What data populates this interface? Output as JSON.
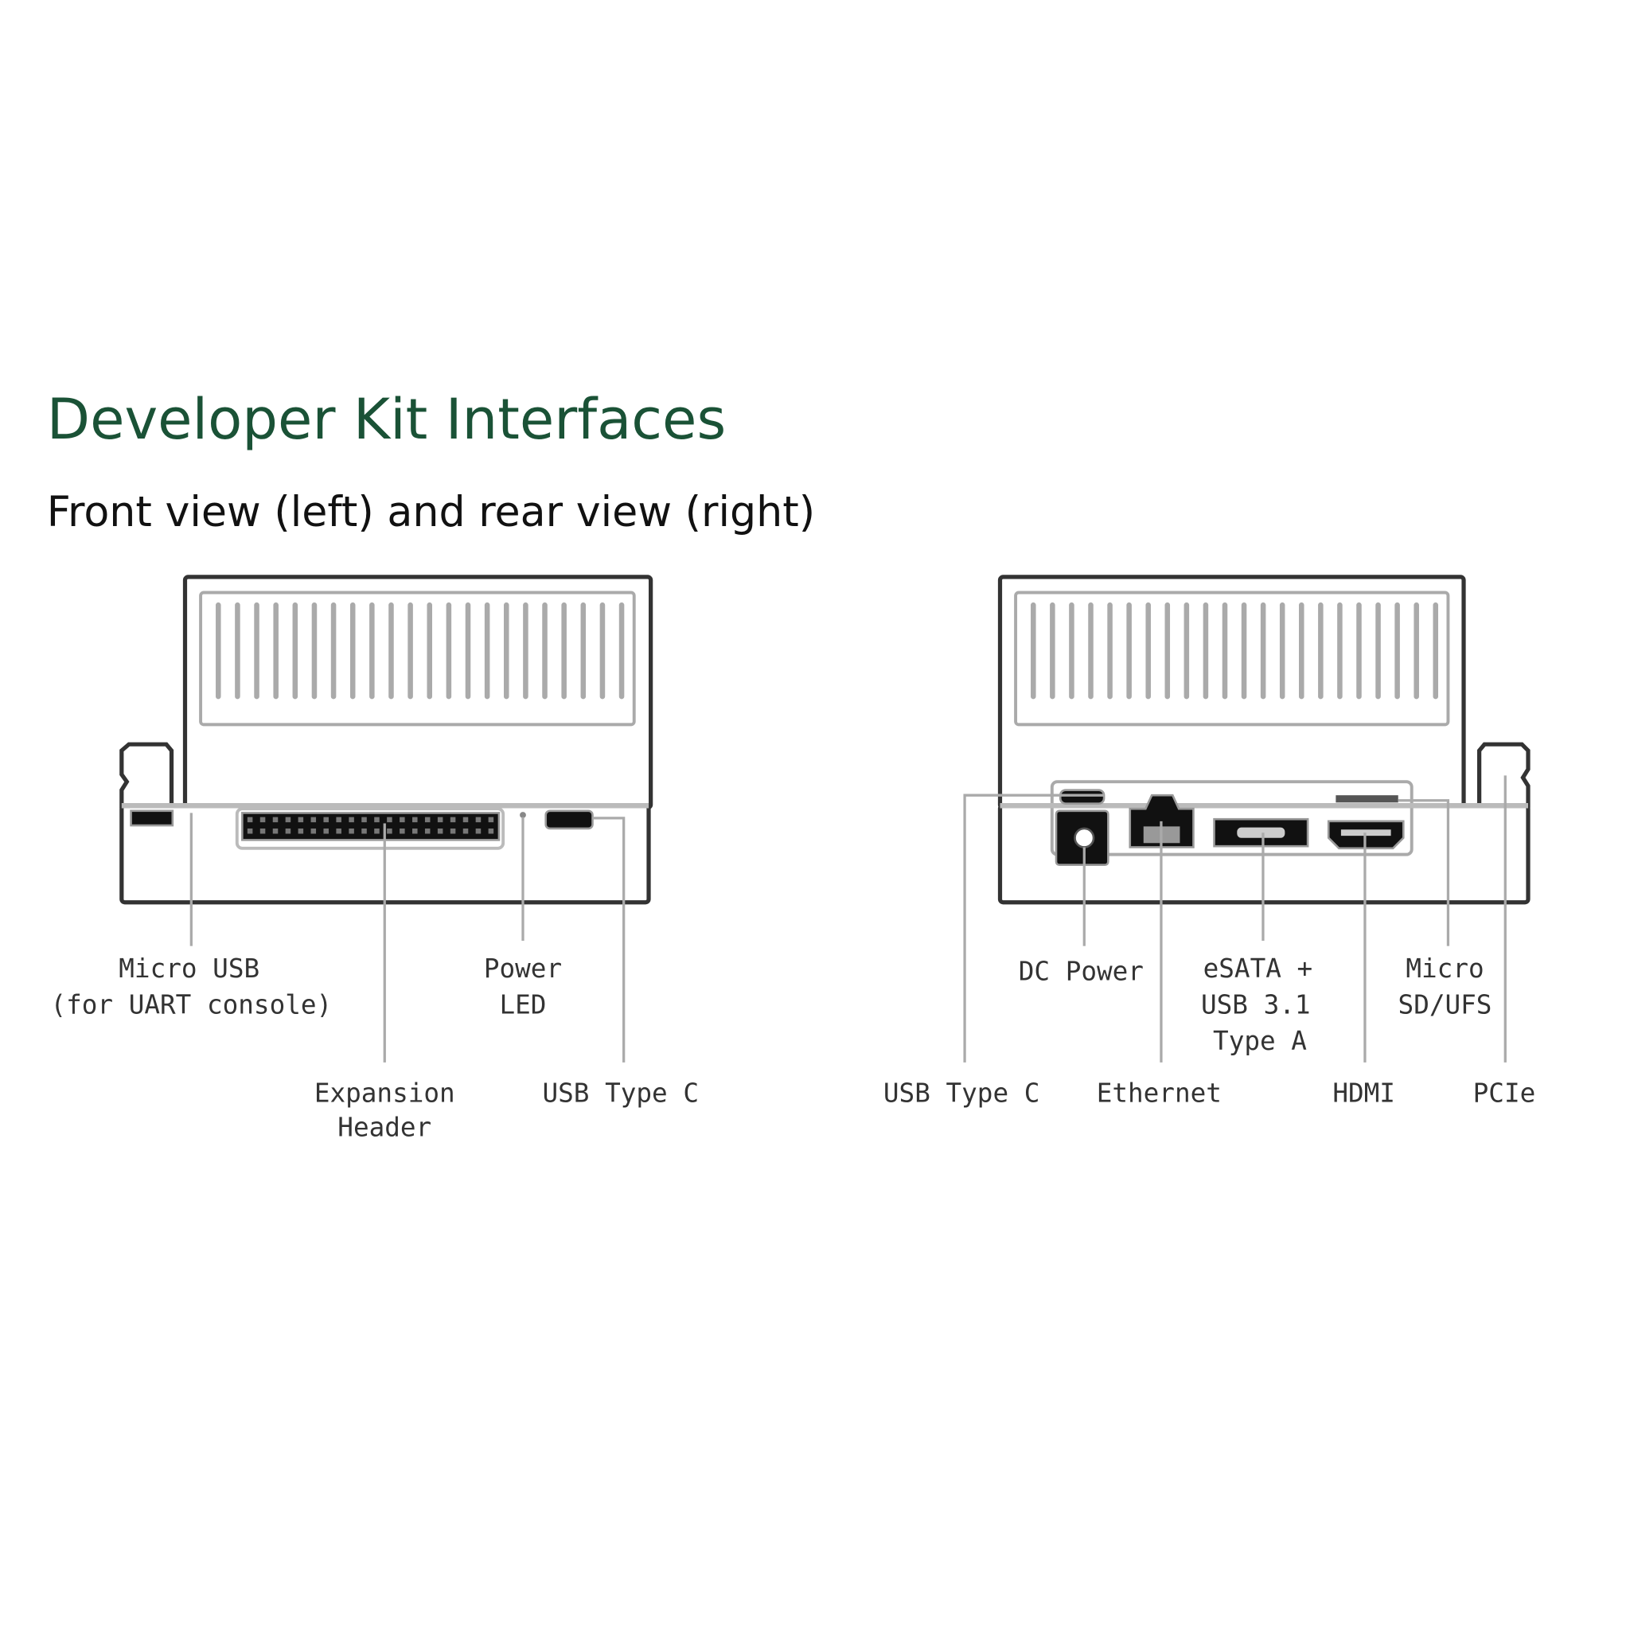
{
  "title": "Developer Kit Interfaces",
  "subtitle": "Front view (left) and rear view (right)",
  "front": {
    "labels": {
      "micro_usb": [
        "Micro USB",
        "(for UART console)"
      ],
      "expansion_header": [
        "Expansion",
        "Header"
      ],
      "power_led": [
        "Power",
        "LED"
      ],
      "usb_type_c": "USB Type C"
    }
  },
  "rear": {
    "labels": {
      "usb_type_c": "USB Type C",
      "dc_power": "DC Power",
      "ethernet": "Ethernet",
      "esata_usb": [
        "eSATA +",
        "USB 3.1",
        "Type A"
      ],
      "hdmi": "HDMI",
      "micro_sd": [
        "Micro",
        "SD/UFS"
      ],
      "pcie": "PCIe"
    }
  },
  "colors": {
    "title": "#1a5236"
  }
}
